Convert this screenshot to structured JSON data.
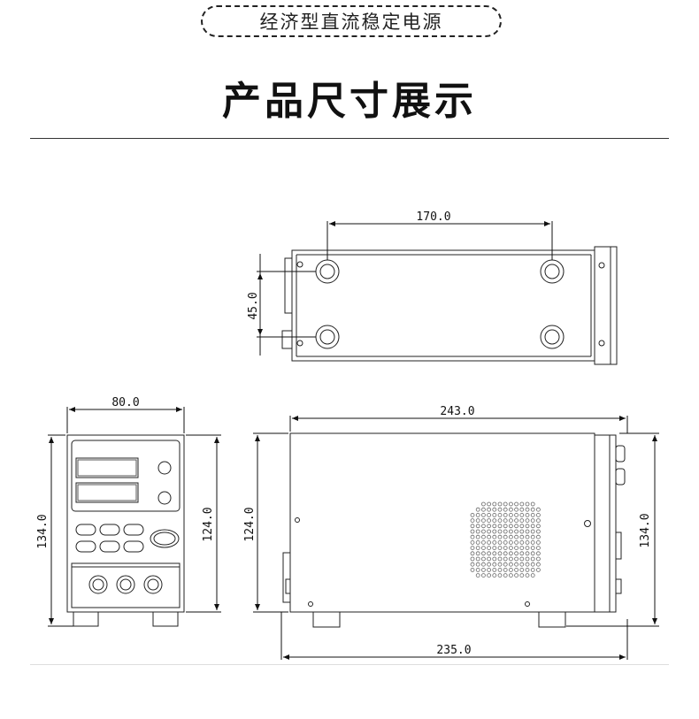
{
  "header": {
    "subtitle": "经济型直流稳定电源",
    "title": "产品尺寸展示"
  },
  "dimensions": {
    "top_spacing_x": "170.0",
    "top_spacing_y": "45.0",
    "front_width": "80.0",
    "front_height_total": "134.0",
    "front_height_body": "124.0",
    "side_length_total": "243.0",
    "side_height_body": "124.0",
    "side_height_total": "134.0",
    "side_length_body": "235.0"
  },
  "colors": {
    "line": "#222222",
    "dim_line": "#111111"
  }
}
